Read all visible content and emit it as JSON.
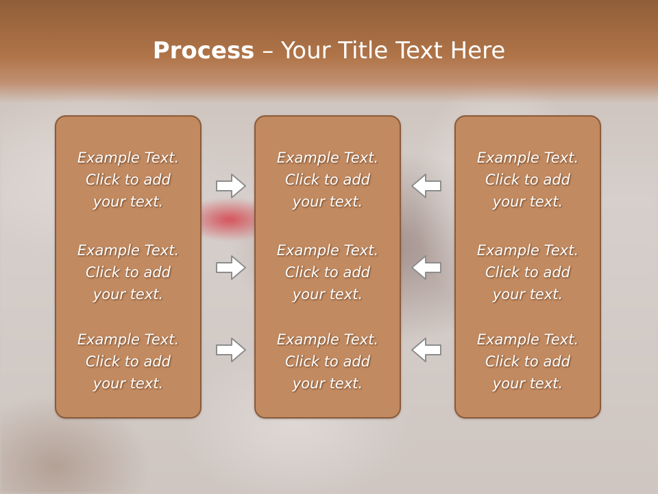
{
  "slide": {
    "title_bold": "Process",
    "title_rest": " – Your Title Text Here"
  },
  "columns": [
    {
      "items": [
        "Example Text.\nClick  to add\nyour text.",
        "Example Text.\nClick  to add\nyour text.",
        "Example Text.\nClick  to add\nyour text."
      ]
    },
    {
      "items": [
        "Example Text.\nClick  to add\nyour text.",
        "Example Text.\nClick  to add\nyour text.",
        "Example Text.\nClick  to add\nyour text."
      ]
    },
    {
      "items": [
        "Example Text.\nClick  to add\nyour text.",
        "Example Text.\nClick  to add\nyour text.",
        "Example Text.\nClick  to add\nyour text."
      ]
    }
  ],
  "arrows": {
    "left_group": "arrow-right-icon",
    "right_group": "arrow-left-icon"
  },
  "colors": {
    "header": "#b07448",
    "box_fill": "#c28a60",
    "box_border": "#8a5a39",
    "text": "#ffffff"
  }
}
